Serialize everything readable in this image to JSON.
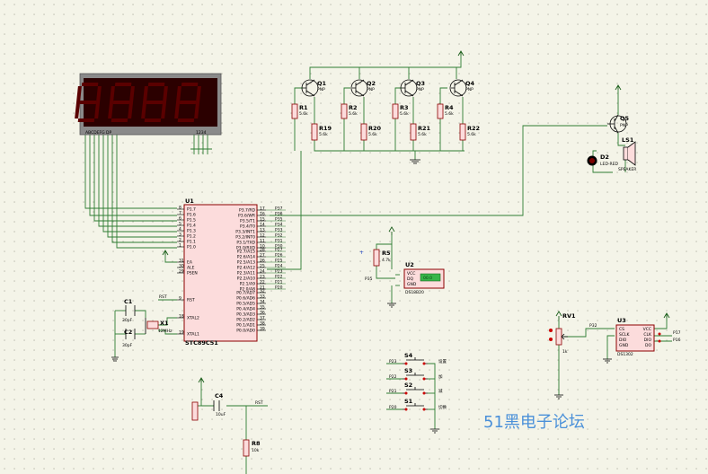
{
  "watermark": "51黑电子论坛",
  "display": {
    "segments": "ABCDEFG  DP",
    "digits": "1234"
  },
  "transistors": [
    {
      "ref": "Q1",
      "type": "PNP"
    },
    {
      "ref": "Q2",
      "type": "PNP"
    },
    {
      "ref": "Q3",
      "type": "PNP"
    },
    {
      "ref": "Q4",
      "type": "PNP"
    },
    {
      "ref": "Q5",
      "type": "PNP"
    }
  ],
  "resistors_base": [
    {
      "ref": "R1",
      "value": "5.6k"
    },
    {
      "ref": "R2",
      "value": "5.6k"
    },
    {
      "ref": "R3",
      "value": "5.6k"
    },
    {
      "ref": "R4",
      "value": "5.6k"
    }
  ],
  "resistors_pull": [
    {
      "ref": "R19",
      "value": "5.6k"
    },
    {
      "ref": "R20",
      "value": "5.6k"
    },
    {
      "ref": "R21",
      "value": "5.6k"
    },
    {
      "ref": "R22",
      "value": "5.6k"
    }
  ],
  "u1": {
    "ref": "U1",
    "part": "STC89C51",
    "left_pins": [
      {
        "name": "P1.7",
        "num": "8"
      },
      {
        "name": "P1.6",
        "num": "7"
      },
      {
        "name": "P1.5",
        "num": "6"
      },
      {
        "name": "P1.4",
        "num": "5"
      },
      {
        "name": "P1.3",
        "num": "4"
      },
      {
        "name": "P1.2",
        "num": "3"
      },
      {
        "name": "P1.1",
        "num": "2"
      },
      {
        "name": "P1.0",
        "num": "1"
      },
      {
        "name": "EA",
        "num": "31"
      },
      {
        "name": "ALE",
        "num": "30"
      },
      {
        "name": "PSEN",
        "num": "29"
      },
      {
        "name": "RST",
        "num": "9"
      },
      {
        "name": "XTAL2",
        "num": "18"
      },
      {
        "name": "XTAL1",
        "num": "19"
      }
    ],
    "right_pins": [
      {
        "name": "P3.7/RD",
        "num": "17",
        "net": "P37"
      },
      {
        "name": "P3.6/WR",
        "num": "16",
        "net": "P36"
      },
      {
        "name": "P3.5/T1",
        "num": "15",
        "net": "P35"
      },
      {
        "name": "P3.4/T0",
        "num": "14",
        "net": "P34"
      },
      {
        "name": "P3.3/INT1",
        "num": "13",
        "net": "P33"
      },
      {
        "name": "P3.2/INT0",
        "num": "12",
        "net": "P32"
      },
      {
        "name": "P3.1/TXD",
        "num": "11",
        "net": "P31"
      },
      {
        "name": "P3.0/RXD",
        "num": "10",
        "net": "P30"
      },
      {
        "name": "P2.7/A15",
        "num": "28",
        "net": "P27"
      },
      {
        "name": "P2.6/A14",
        "num": "27",
        "net": "P26"
      },
      {
        "name": "P2.5/A13",
        "num": "26",
        "net": "P25"
      },
      {
        "name": "P2.4/A12",
        "num": "25",
        "net": "P24"
      },
      {
        "name": "P2.3/A11",
        "num": "24",
        "net": "P23"
      },
      {
        "name": "P2.2/A10",
        "num": "23",
        "net": "P22"
      },
      {
        "name": "P2.1/A9",
        "num": "22",
        "net": "P21"
      },
      {
        "name": "P2.0/A8",
        "num": "21",
        "net": "P20"
      },
      {
        "name": "P0.7/AD7",
        "num": "32"
      },
      {
        "name": "P0.6/AD6",
        "num": "33"
      },
      {
        "name": "P0.5/AD5",
        "num": "34"
      },
      {
        "name": "P0.4/AD4",
        "num": "35"
      },
      {
        "name": "P0.3/AD3",
        "num": "36"
      },
      {
        "name": "P0.2/AD2",
        "num": "37"
      },
      {
        "name": "P0.1/AD1",
        "num": "38"
      },
      {
        "name": "P0.0/AD0",
        "num": "39"
      }
    ]
  },
  "crystal": {
    "c1": "C1",
    "c1v": "30pF",
    "c2": "C2",
    "c2v": "30pF",
    "x1": "X1",
    "x1v": "12MHz",
    "rst": "RST"
  },
  "reset": {
    "c4": "C4",
    "c4v": "10uF",
    "r8": "R8",
    "r8v": "10k",
    "rst": "RST"
  },
  "r5": {
    "ref": "R5",
    "value": "4.7k",
    "net": "P35"
  },
  "u2": {
    "ref": "U2",
    "part": "DS18B20",
    "pins": [
      "VCC",
      "DQ",
      "GND"
    ],
    "display": "00.0"
  },
  "buzzer": {
    "q5": "Q5",
    "d2": "D2",
    "d2v": "LED-RED",
    "ls1": "LS1",
    "ls1v": "SPEAKER"
  },
  "switches": [
    {
      "ref": "S4",
      "net": "P23",
      "func": "设置"
    },
    {
      "ref": "S3",
      "net": "P22",
      "func": "加"
    },
    {
      "ref": "S2",
      "net": "P21",
      "func": "减"
    },
    {
      "ref": "S1",
      "net": "P20",
      "func": "切换"
    }
  ],
  "rv1": {
    "ref": "RV1",
    "value": "1k",
    "net": "P32"
  },
  "u3": {
    "ref": "U3",
    "part": "DS1302",
    "left_pins": [
      "CS",
      "SCLK",
      "DIO",
      "GND"
    ],
    "right_pins": [
      "VCC",
      "CLK",
      "DIO",
      "DO"
    ],
    "nets": [
      "P17",
      "P16"
    ]
  }
}
